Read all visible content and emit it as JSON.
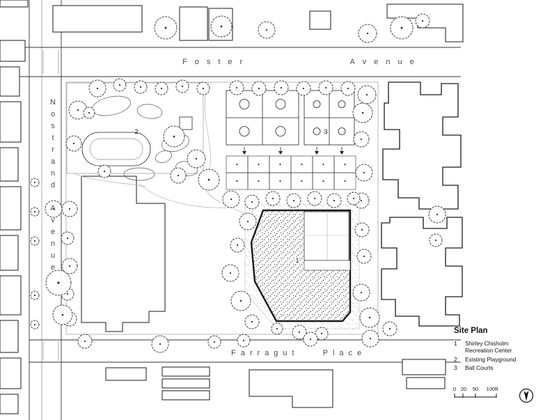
{
  "colors": {
    "background": "#ffffff",
    "ink": "#1a1a1a",
    "street_text": "#4a4a4a"
  },
  "streets": {
    "foster": "Foster Avenue",
    "nostrand": "Nostrand Avenue",
    "farragut": "Farragut Place"
  },
  "markers": {
    "recreation_center": "1",
    "playground": "2",
    "ball_courts": "3"
  },
  "legend": {
    "title": "Site Plan",
    "items": [
      {
        "num": "1",
        "lines": [
          "Shirley Chisholm",
          "Recreation Center"
        ]
      },
      {
        "num": "2",
        "lines": [
          "Existing Playground"
        ]
      },
      {
        "num": "3",
        "lines": [
          "Ball Courts"
        ]
      }
    ]
  },
  "scale_bar": {
    "labels": [
      "0",
      "20",
      "50",
      "100ft"
    ]
  },
  "icons": {
    "north_arrow": "north-arrow-icon"
  }
}
